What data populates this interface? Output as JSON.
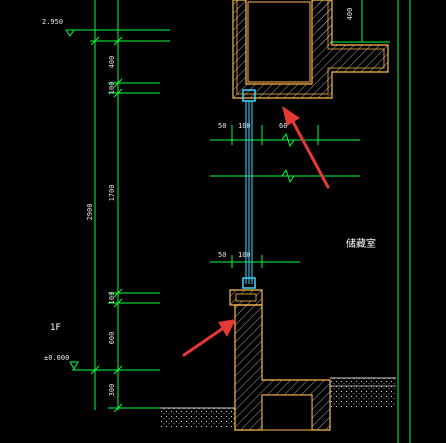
{
  "colors": {
    "background": "#000000",
    "dimension_lines": "#00ff3c",
    "wall_outline": "#ffb84d",
    "glazing": "#3fd7ff",
    "arrow": "#e53935",
    "text": "#ffffff",
    "hatch": "#cfcfcf"
  },
  "levels": {
    "top": "2.950",
    "floor": "±0.000",
    "floor_name": "1F"
  },
  "vertical_dims": {
    "total": "2900",
    "segments": [
      "400",
      "100",
      "1700",
      "100",
      "600",
      "300"
    ]
  },
  "right_dims": {
    "top_right": "400"
  },
  "window_dims": {
    "upper": [
      "50",
      "100",
      "60"
    ],
    "lower": [
      "50",
      "100"
    ]
  },
  "room_name": "储藏室",
  "arrows": {
    "count": 2
  }
}
